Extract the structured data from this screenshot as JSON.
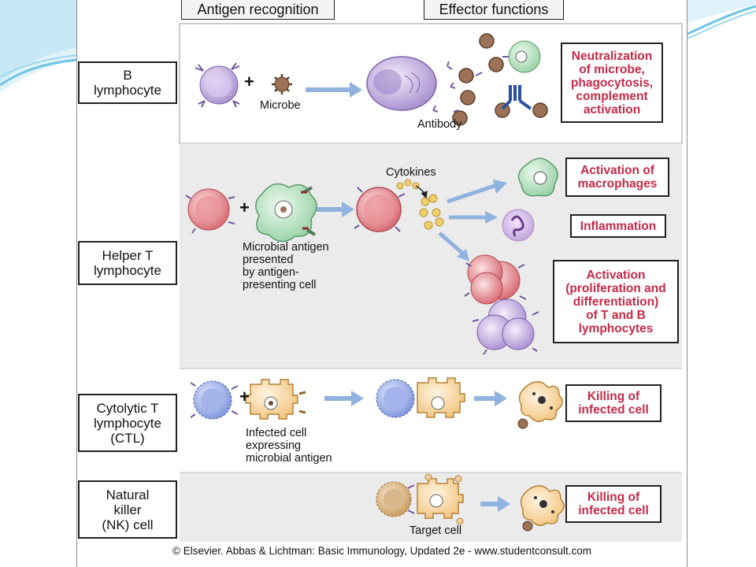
{
  "headers": {
    "left": "Antigen recognition",
    "right": "Effector functions"
  },
  "row_labels": [
    {
      "lines": [
        "B",
        "lymphocyte"
      ]
    },
    {
      "lines": [
        "Helper T",
        "lymphocyte"
      ]
    },
    {
      "lines": [
        "Cytolytic T",
        "lymphocyte",
        "(CTL)"
      ]
    },
    {
      "lines": [
        "Natural",
        "killer",
        "(NK) cell"
      ]
    }
  ],
  "effects": {
    "neutralization": [
      "Neutralization",
      "of microbe,",
      "phagocytosis,",
      "complement",
      "activation"
    ],
    "macrophage_activation": [
      "Activation of",
      "macrophages"
    ],
    "inflammation": [
      "Inflammation"
    ],
    "lymphocyte_activation": [
      "Activation",
      "(proliferation and",
      "differentiation)",
      "of T and B",
      "lymphocytes"
    ],
    "killing_ctl": [
      "Killing of",
      "infected cell"
    ],
    "killing_nk": [
      "Killing of",
      "infected cell"
    ]
  },
  "captions": {
    "microbe": "Microbe",
    "antibody": "Antibody",
    "cytokines": "Cytokines",
    "apc": [
      "Microbial antigen",
      "presented",
      "by antigen-",
      "presenting cell"
    ],
    "infected": [
      "Infected cell",
      "expressing",
      "microbial antigen"
    ],
    "target": "Target cell"
  },
  "symbols": {
    "plus": "+"
  },
  "footer": "© Elsevier. Abbas & Lichtman: Basic Immunology, Updated 2e - www.studentconsult.com",
  "colors": {
    "b_cell": "#c4aee0",
    "helper_t": "#e8888c",
    "ctl": "#9aaee8",
    "nk": "#d6b07a",
    "apc": "#b4e0be",
    "infected": "#f8d49a",
    "microbe": "#9c7256",
    "arrow": "#8fb2de",
    "effect_text": "#c52a48",
    "panel_shade": "#ebebeb",
    "slide_accent": "#5bb9de"
  }
}
